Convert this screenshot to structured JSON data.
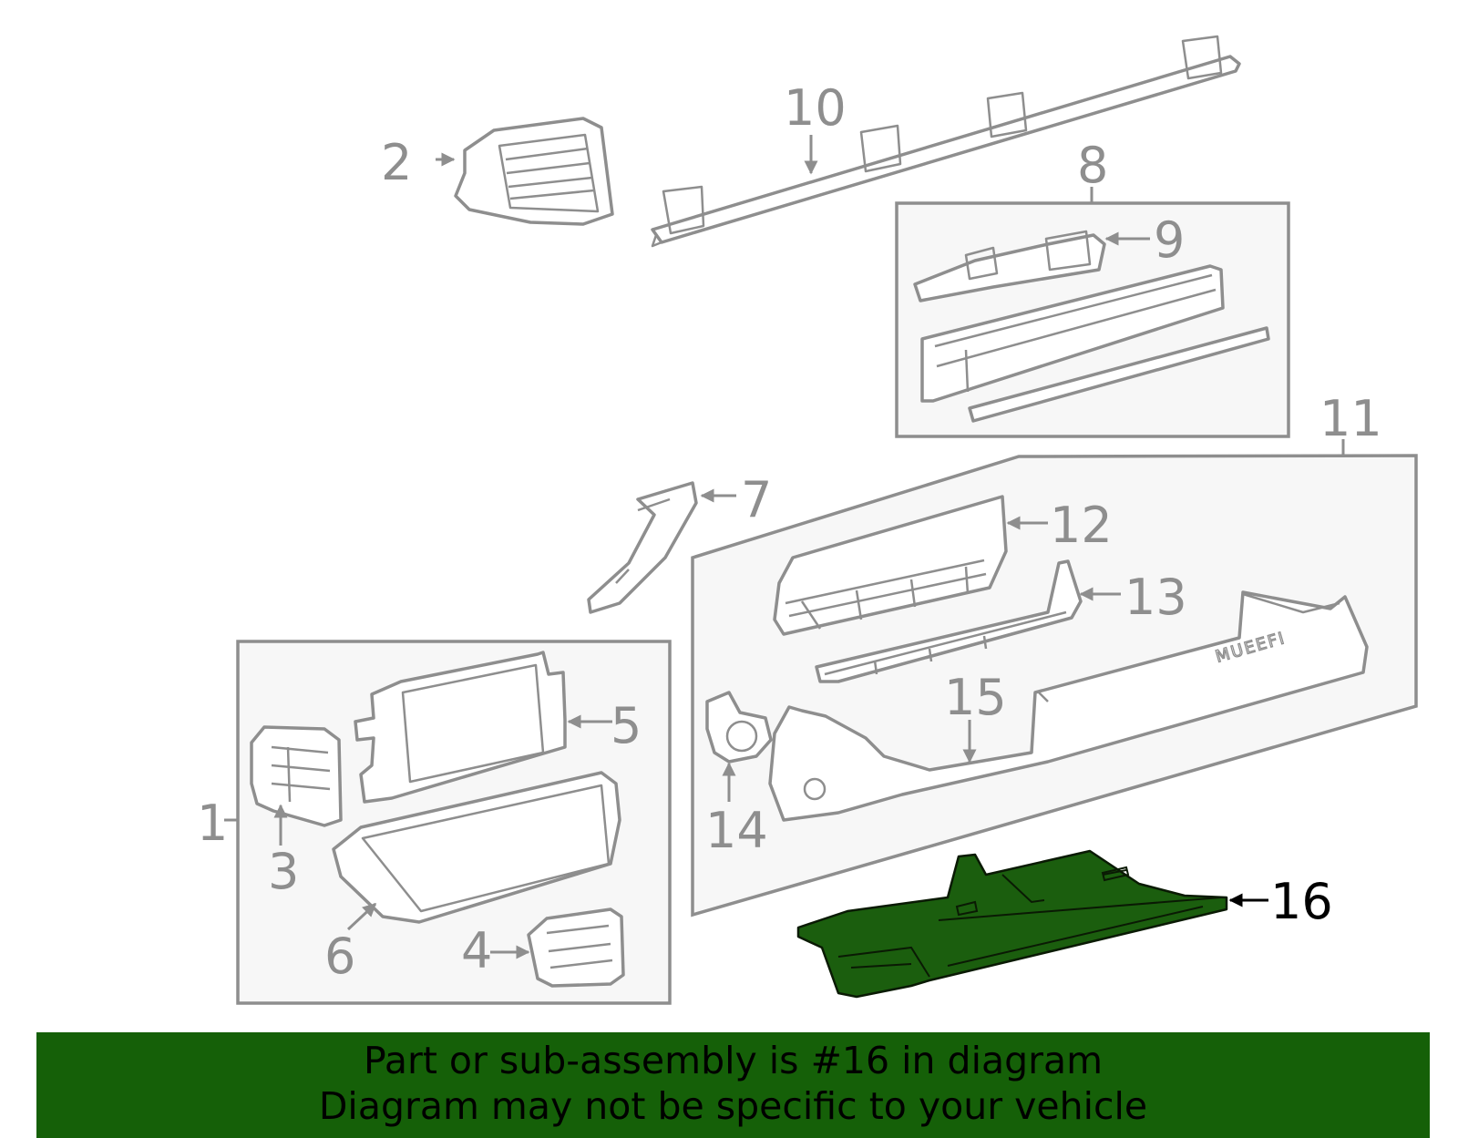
{
  "diagram": {
    "callouts": {
      "c1": "1",
      "c2": "2",
      "c3": "3",
      "c4": "4",
      "c5": "5",
      "c6": "6",
      "c7": "7",
      "c8": "8",
      "c9": "9",
      "c10": "10",
      "c11": "11",
      "c12": "12",
      "c13": "13",
      "c14": "14",
      "c15": "15",
      "c16": "16"
    },
    "highlighted_part": "16",
    "colors": {
      "part_line": "#8e8e8e",
      "group_box_fill": "#f7f7f7",
      "highlight_fill": "#1b5e0e"
    },
    "embossed_text": "MUEEFI"
  },
  "banner": {
    "line1": "Part or sub-assembly is #16 in diagram",
    "line2": "Diagram may not be specific to your vehicle",
    "background": "#156008"
  }
}
